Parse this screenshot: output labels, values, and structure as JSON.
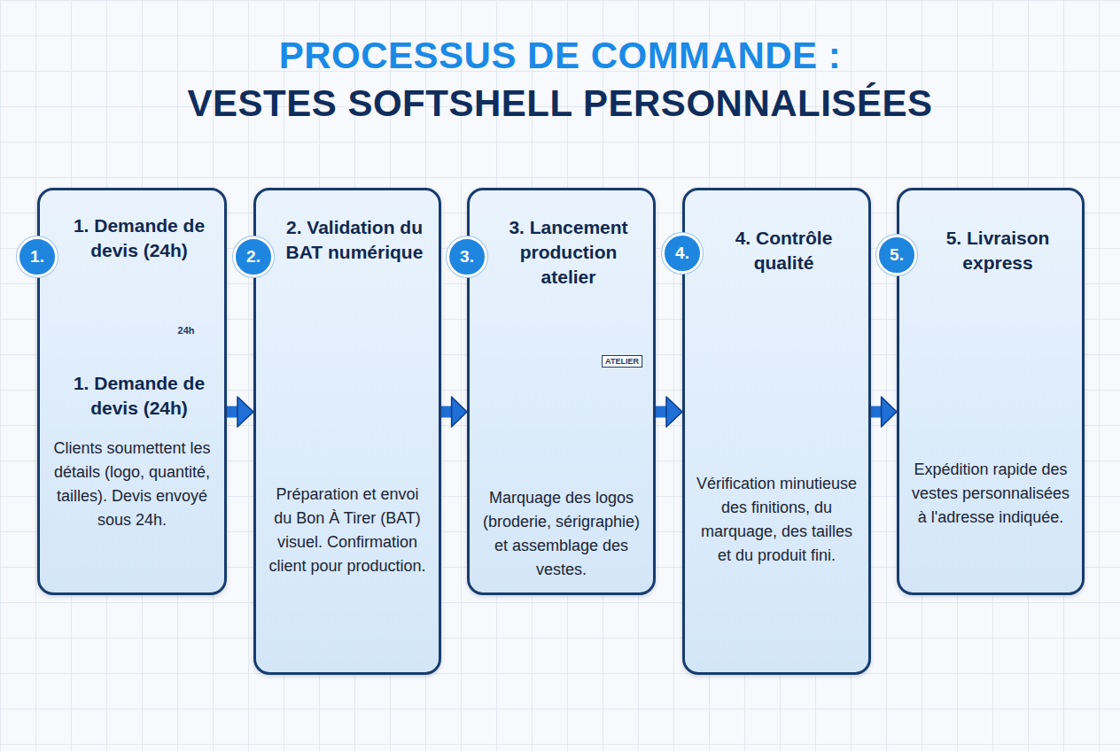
{
  "diagram": {
    "title": "PROCESSUS DE COMMANDE : VESTES SOFTSHELL PERSONNALISÉES",
    "nodes": [
      {
        "text": [
          "1. Demande de devis (24h)",
          "1. Demande de devis (24h)",
          "Clients soumettent les détails (logo, quantité, tailles). Devis envoyé sous 24h."
        ]
      },
      {
        "text": [
          "2. Validation du BAT numérique",
          "Préparation et envoi du Bon À Tirer (BAT) visuel. Confirmation client pour production."
        ]
      },
      {
        "text": [
          "3. Lancement production atelier",
          "Marquage des logos (broderie, sérigraphie) et assemblage des vestes."
        ]
      },
      {
        "text": [
          "4. Contrôle qualité",
          "Vérification minutieuse des finitions, du marquage, des tailles et du produit fini."
        ]
      },
      {
        "text": [
          "5. Livraison express",
          "Expédition rapide des vestes personnalisées à l'adresse indiquée."
        ]
      }
    ],
    "edges": [
      {
        "from": 0,
        "to": 1,
        "arrow": "to"
      },
      {
        "from": 1,
        "to": 2,
        "arrow": "to"
      },
      {
        "from": 2,
        "to": 3,
        "arrow": "to"
      },
      {
        "from": 3,
        "to": 4,
        "arrow": "to"
      }
    ],
    "labels": [
      "1.",
      "2.",
      "3.",
      "4.",
      "5.",
      "24h",
      "ATELIER"
    ]
  }
}
